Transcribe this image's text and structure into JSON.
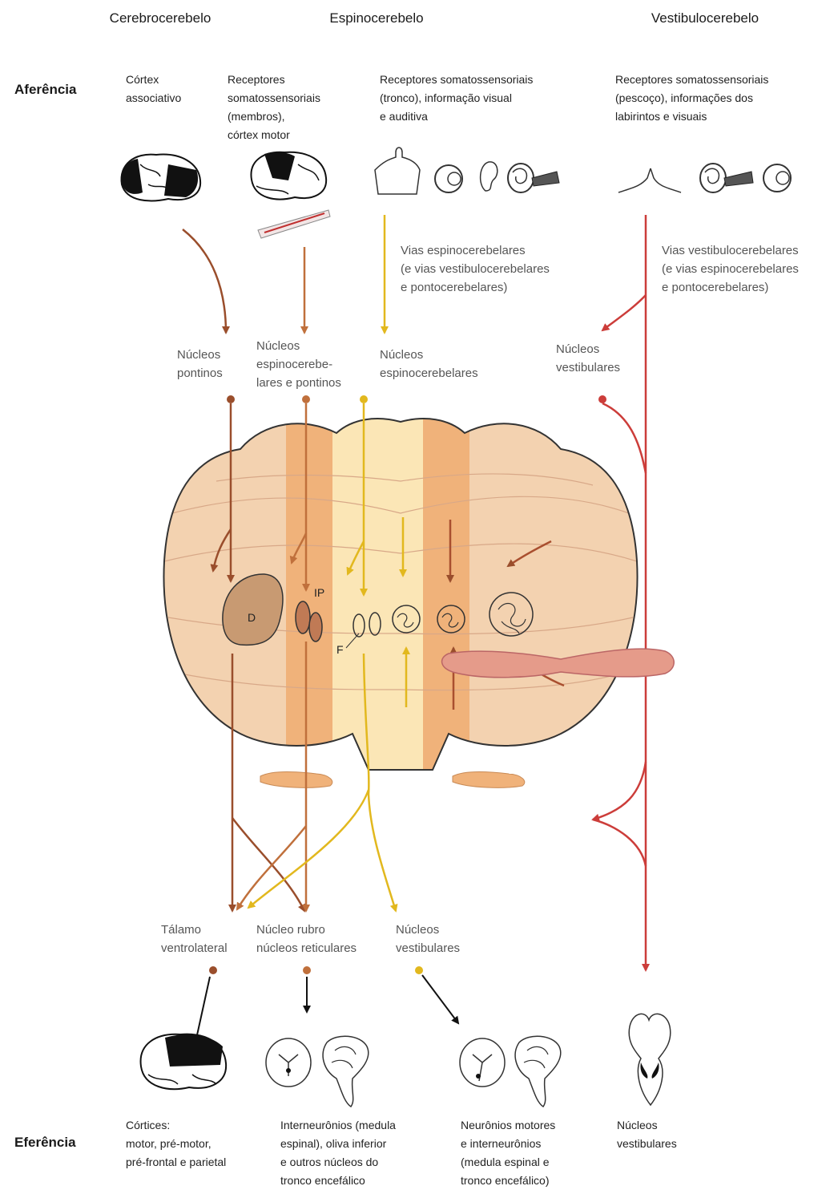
{
  "columns": {
    "cerebro": "Cerebrocerebelo",
    "espino": "Espinocerebelo",
    "vestibulo": "Vestibulocerebelo"
  },
  "side_labels": {
    "afferent": "Aferência",
    "efferent": "Eferência"
  },
  "inputs": {
    "cerebro": [
      "Córtex",
      "associativo"
    ],
    "espino_a": [
      "Receptores",
      "somatossensoriais",
      "(membros),",
      "córtex motor"
    ],
    "espino_b": [
      "Receptores somatossensoriais",
      "(tronco), informação visual",
      "e auditiva"
    ],
    "vestibulo": [
      "Receptores somatossensoriais",
      "(pescoço), informações dos",
      "labirintos e visuais"
    ]
  },
  "pathways": {
    "espino": [
      "Vias espinocerebelares",
      "(e vias vestibulocerebelares",
      "e pontocerebelares)"
    ],
    "vestibulo": [
      "Vias vestibulocerebelares",
      "(e vias espinocerebelares",
      "e pontocerebelares)"
    ]
  },
  "nuclei_top": {
    "pontinos": [
      "Núcleos",
      "pontinos"
    ],
    "espino_pontinos": [
      "Núcleos",
      "espinocerebe-",
      "lares e pontinos"
    ],
    "espinocerebelares": [
      "Núcleos",
      "espinocerebelares"
    ],
    "vestibulares": [
      "Núcleos",
      "vestibulares"
    ]
  },
  "deep_nuclei": {
    "dentate": "D",
    "interposed": "IP",
    "fastigial": "F"
  },
  "targets": {
    "talamo": [
      "Tálamo",
      "ventrolateral"
    ],
    "rubro": [
      "Núcleo rubro",
      "núcleos reticulares"
    ],
    "vestib": [
      "Núcleos",
      "vestibulares"
    ]
  },
  "outputs": {
    "cortices": [
      "Córtices:",
      "motor, pré-motor,",
      "pré-frontal e parietal"
    ],
    "interneurons": [
      "Interneurônios (medula",
      "espinal), oliva inferior",
      "e outros núcleos do",
      "tronco encefálico"
    ],
    "motor": [
      "Neurônios motores",
      "e interneurônios",
      "(medula espinal e",
      "tronco encefálico)"
    ],
    "vestibular": [
      "Núcleos",
      "vestibulares"
    ]
  },
  "colors": {
    "cerebro": "#9a4e2c",
    "espino_limb": "#c0703c",
    "espino_trunk": "#e2b81e",
    "vestibulo": "#cc3d3a",
    "cerebellum": "#f3d2b0",
    "intermediate": "#f0b27a",
    "vermis": "#fbe6b6"
  }
}
